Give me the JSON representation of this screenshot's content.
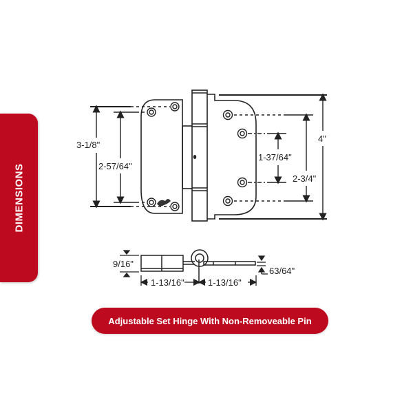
{
  "side_tab": {
    "label": "DIMENSIONS",
    "color": "#bd0a1f"
  },
  "caption": {
    "label": "Adjustable Set Hinge With Non-Removeable Pin",
    "color": "#bd0a1f"
  },
  "diagram": {
    "front_view": {
      "left_outer_height": "3-1/8\"",
      "left_hole_spacing": "2-57/64\"",
      "right_inner_hole_spacing": "1-37/64\"",
      "right_outer_hole_spacing": "2-3/4\"",
      "overall_height": "4\""
    },
    "side_view": {
      "thickness": "9/16\"",
      "left_width": "1-13/16\"",
      "right_width": "1-13/16\"",
      "leaf_thickness": "63/64\""
    }
  }
}
